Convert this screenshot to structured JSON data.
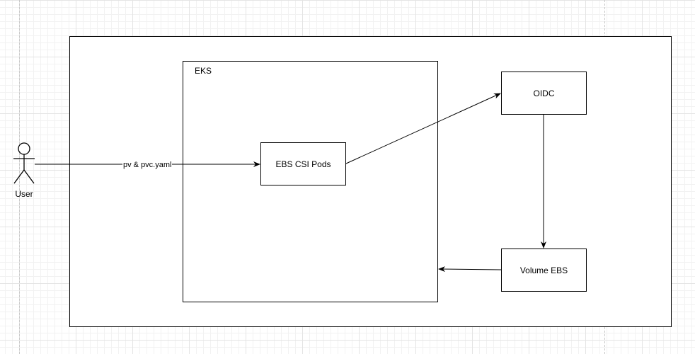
{
  "diagram": {
    "nodes": {
      "user": {
        "label": "User",
        "kind": "actor"
      },
      "eks": {
        "label": "EKS",
        "kind": "container"
      },
      "ebs_csi_pods": {
        "label": "EBS CSI Pods",
        "kind": "process"
      },
      "oidc": {
        "label": "OIDC",
        "kind": "process"
      },
      "volume_ebs": {
        "label": "Volume EBS",
        "kind": "process"
      }
    },
    "edges": [
      {
        "from": "User",
        "to": "EBS CSI Pods",
        "label": "pv & pvc.yaml"
      },
      {
        "from": "EBS CSI Pods",
        "to": "OIDC",
        "label": ""
      },
      {
        "from": "OIDC",
        "to": "Volume EBS",
        "label": ""
      },
      {
        "from": "Volume EBS",
        "to": "EKS",
        "label": ""
      }
    ]
  },
  "colors": {
    "stroke": "#000000",
    "background": "#ffffff",
    "grid": "#e4e4e4"
  }
}
